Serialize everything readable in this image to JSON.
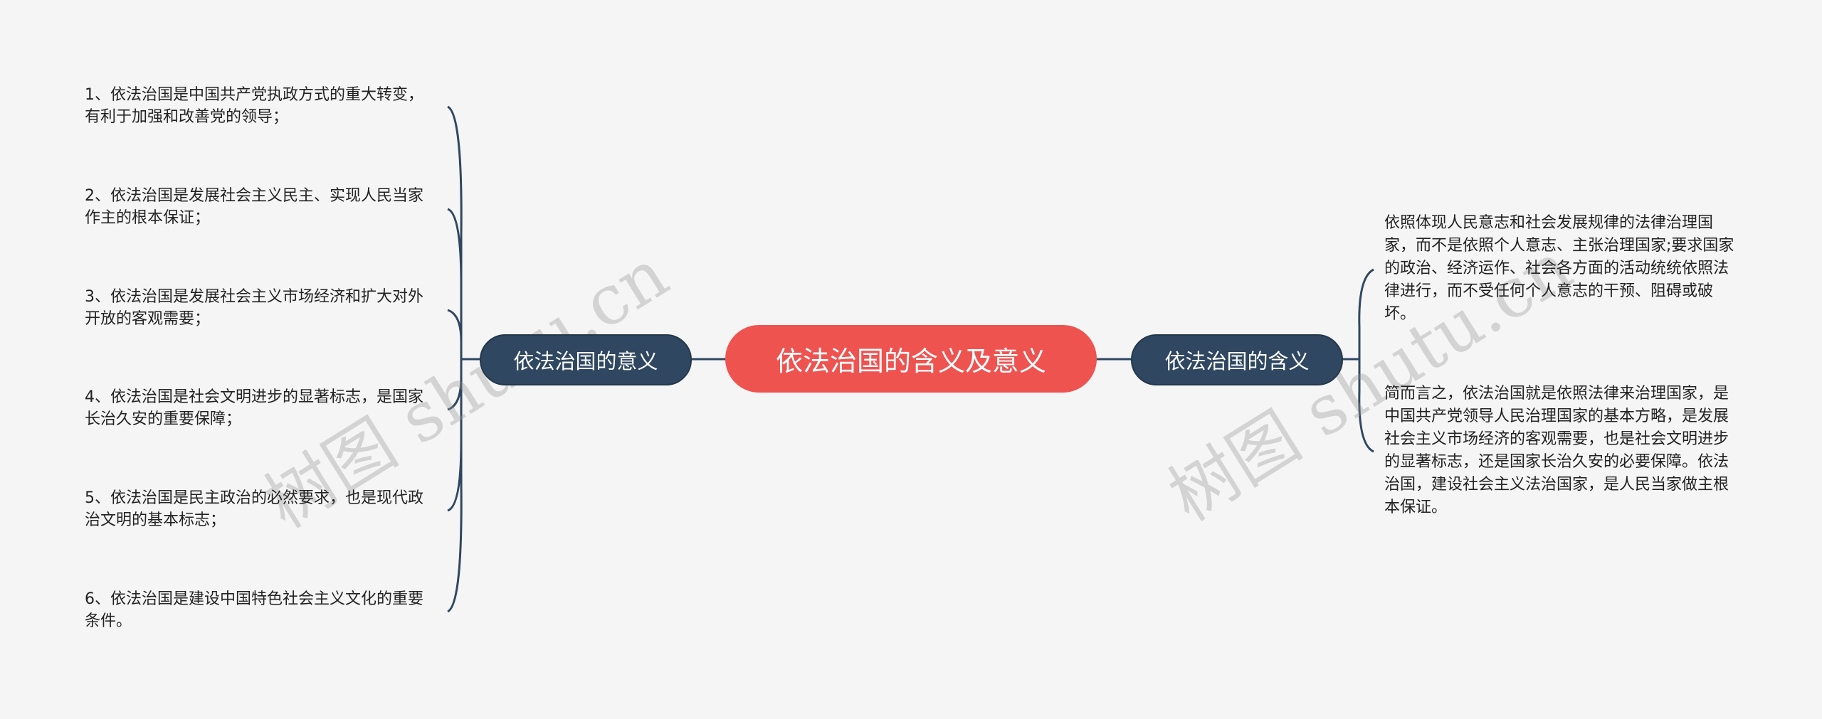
{
  "center": {
    "label": "依法治国的含义及意义"
  },
  "left_branch": {
    "label": "依法治国的意义",
    "items": [
      "1、依法治国是中国共产党执政方式的重大转变，有利于加强和改善党的领导；",
      "2、依法治国是发展社会主义民主、实现人民当家作主的根本保证；",
      "3、依法治国是发展社会主义市场经济和扩大对外开放的客观需要；",
      "4、依法治国是社会文明进步的显著标志，是国家长治久安的重要保障；",
      "5、依法治国是民主政治的必然要求，也是现代政治文明的基本标志；",
      "6、依法治国是建设中国特色社会主义文化的重要条件。"
    ]
  },
  "right_branch": {
    "label": "依法治国的含义",
    "items": [
      "依照体现人民意志和社会发展规律的法律治理国家，而不是依照个人意志、主张治理国家;要求国家的政治、经济运作、社会各方面的活动统统依照法律进行，而不受任何个人意志的干预、阻碍或破坏。",
      "简而言之，依法治国就是依照法律来治理国家，是中国共产党领导人民治理国家的基本方略，是发展社会主义市场经济的客观需要，也是社会文明进步的显著标志，还是国家长治久安的必要保障。依法治国，建设社会主义法治国家，是人民当家做主根本保证。"
    ]
  },
  "watermark": "树图 shutu.cn",
  "colors": {
    "center": "#ef5350",
    "branch": "#2f4760",
    "line": "#2f4760",
    "background": "#f5f5f5"
  }
}
